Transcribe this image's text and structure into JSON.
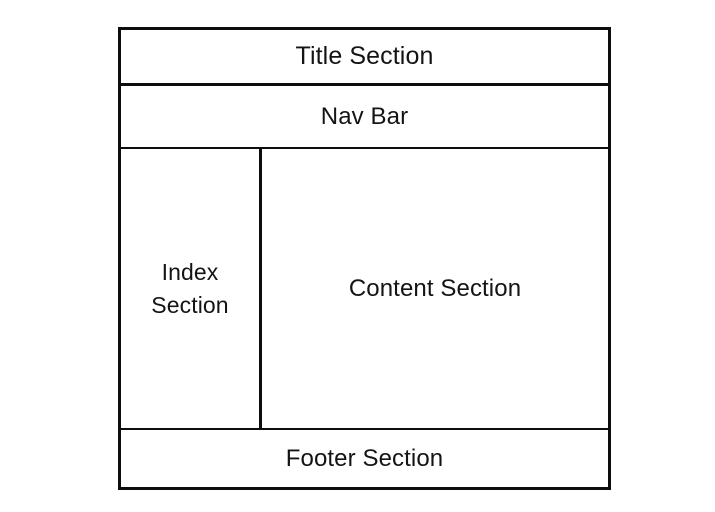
{
  "diagram": {
    "kind": "web-page-layout-wireframe",
    "background_color": "#ffffff",
    "line_color": "#0d0d0d",
    "text_color": "#141414",
    "sections": {
      "title": {
        "label": "Title Section"
      },
      "nav": {
        "label": "Nav Bar"
      },
      "index": {
        "label": "Index\nSection"
      },
      "content": {
        "label": "Content Section"
      },
      "footer": {
        "label": "Footer Section"
      }
    }
  }
}
